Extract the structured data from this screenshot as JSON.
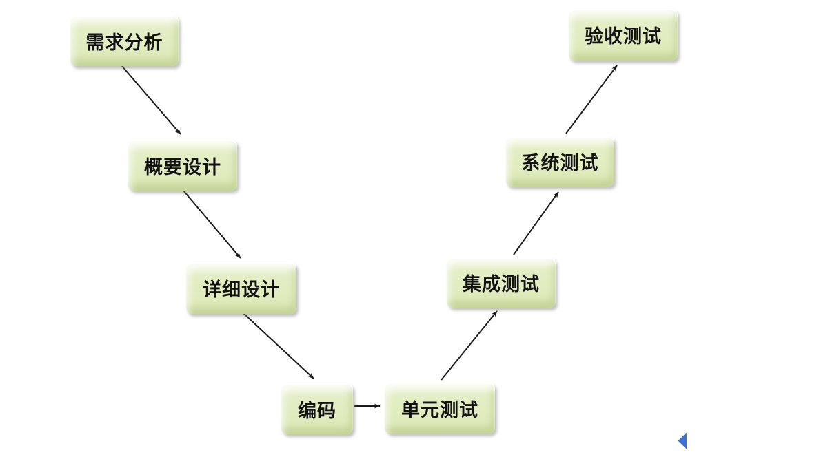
{
  "diagram": {
    "type": "v-model-process-flowchart",
    "background_color": "#ffffff",
    "nodes": [
      {
        "id": "requirements",
        "label": "需求分析"
      },
      {
        "id": "outline-design",
        "label": "概要设计"
      },
      {
        "id": "detailed-design",
        "label": "详细设计"
      },
      {
        "id": "coding",
        "label": "编码"
      },
      {
        "id": "unit-test",
        "label": "单元测试"
      },
      {
        "id": "integration-test",
        "label": "集成测试"
      },
      {
        "id": "system-test",
        "label": "系统测试"
      },
      {
        "id": "acceptance-test",
        "label": "验收测试"
      }
    ],
    "edges": [
      {
        "from": "requirements",
        "to": "outline-design"
      },
      {
        "from": "outline-design",
        "to": "detailed-design"
      },
      {
        "from": "detailed-design",
        "to": "coding"
      },
      {
        "from": "coding",
        "to": "unit-test"
      },
      {
        "from": "unit-test",
        "to": "integration-test"
      },
      {
        "from": "integration-test",
        "to": "system-test"
      },
      {
        "from": "system-test",
        "to": "acceptance-test"
      }
    ],
    "colors": {
      "node_fill": "#e4eec6",
      "node_highlight": "#f2f7dd",
      "node_shade": "#dbe7b4",
      "node_text": "#121212",
      "arrow": "#1a1a1a",
      "nav_arrow_blue": "#3b72d4"
    },
    "icons": [
      {
        "name": "nav-previous-icon",
        "shape": "left-pointing-triangle"
      }
    ]
  }
}
